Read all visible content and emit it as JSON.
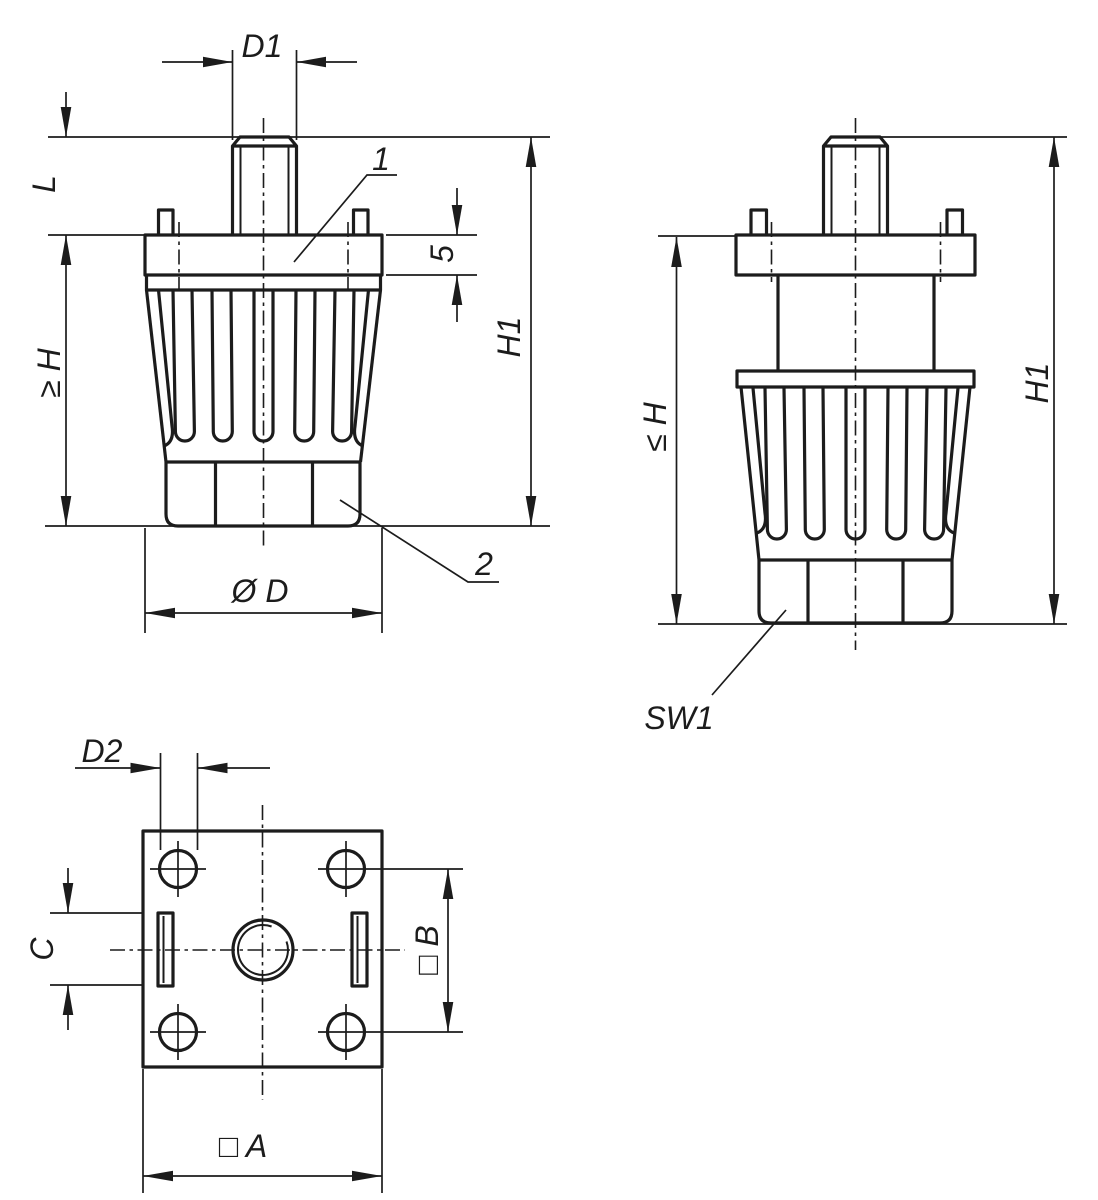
{
  "front_view": {
    "d1": "D1",
    "l": "L",
    "h_min": "≥ H",
    "plate_thickness": "5",
    "h1": "H1",
    "diameter_d": "Ø D",
    "callout_1": "1",
    "callout_2": "2"
  },
  "side_view": {
    "h_max": "≤ H",
    "h1": "H1",
    "sw1": "SW1"
  },
  "top_view": {
    "d2": "D2",
    "c": "C",
    "square_b": "□ B",
    "square_a": "□ A"
  },
  "colors": {
    "line": "#1c1c1c",
    "background": "#ffffff"
  }
}
